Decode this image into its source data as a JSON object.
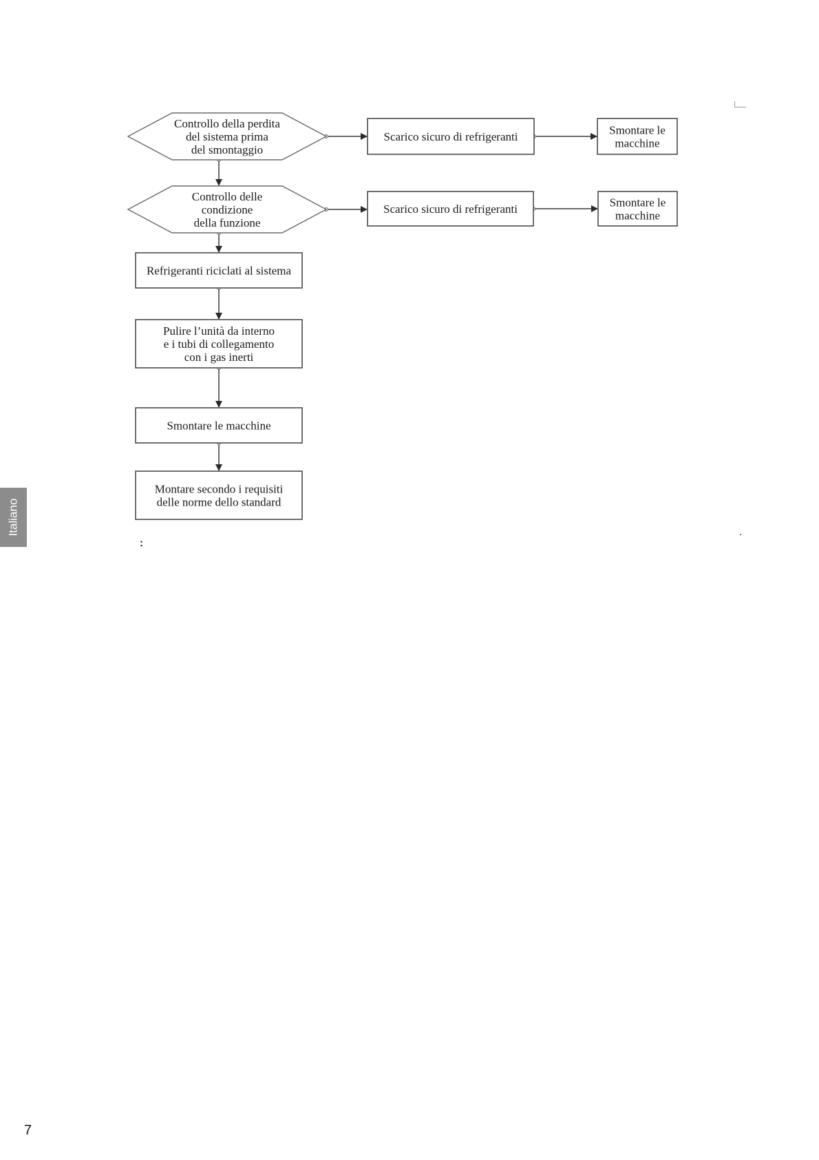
{
  "sidebar": {
    "language_label": "Italiano"
  },
  "footer": {
    "page_number": "7"
  },
  "stray_mark": ":",
  "flowchart": {
    "nodes": [
      {
        "id": "check-leak",
        "shape": "hexagon",
        "lines": [
          "Controllo della perdita",
          "del sistema prima",
          "del smontaggio"
        ]
      },
      {
        "id": "discharge-1",
        "shape": "rect",
        "lines": [
          "Scarico sicuro di refrigeranti"
        ]
      },
      {
        "id": "dismantle-1",
        "shape": "rect",
        "lines": [
          "Smontare le",
          "macchine"
        ]
      },
      {
        "id": "check-function",
        "shape": "hexagon",
        "lines": [
          "Controllo delle",
          "condizione",
          "della funzione"
        ]
      },
      {
        "id": "discharge-2",
        "shape": "rect",
        "lines": [
          "Scarico sicuro di refrigeranti"
        ]
      },
      {
        "id": "dismantle-2",
        "shape": "rect",
        "lines": [
          "Smontare le",
          "macchine"
        ]
      },
      {
        "id": "recycle",
        "shape": "rect",
        "lines": [
          "Refrigeranti riciclati al sistema"
        ]
      },
      {
        "id": "clean",
        "shape": "rect",
        "lines": [
          "Pulire l’unità da interno",
          "e i tubi di collegamento",
          "con i gas inerti"
        ]
      },
      {
        "id": "dismantle-main",
        "shape": "rect",
        "lines": [
          "Smontare le macchine"
        ]
      },
      {
        "id": "assemble",
        "shape": "rect",
        "lines": [
          "Montare secondo i requisiti",
          "delle norme dello standard"
        ]
      }
    ],
    "edges": [
      {
        "from": "check-leak",
        "to": "discharge-1"
      },
      {
        "from": "discharge-1",
        "to": "dismantle-1"
      },
      {
        "from": "check-leak",
        "to": "check-function"
      },
      {
        "from": "check-function",
        "to": "discharge-2"
      },
      {
        "from": "discharge-2",
        "to": "dismantle-2"
      },
      {
        "from": "check-function",
        "to": "recycle"
      },
      {
        "from": "recycle",
        "to": "clean"
      },
      {
        "from": "clean",
        "to": "dismantle-main"
      },
      {
        "from": "dismantle-main",
        "to": "assemble"
      }
    ]
  }
}
